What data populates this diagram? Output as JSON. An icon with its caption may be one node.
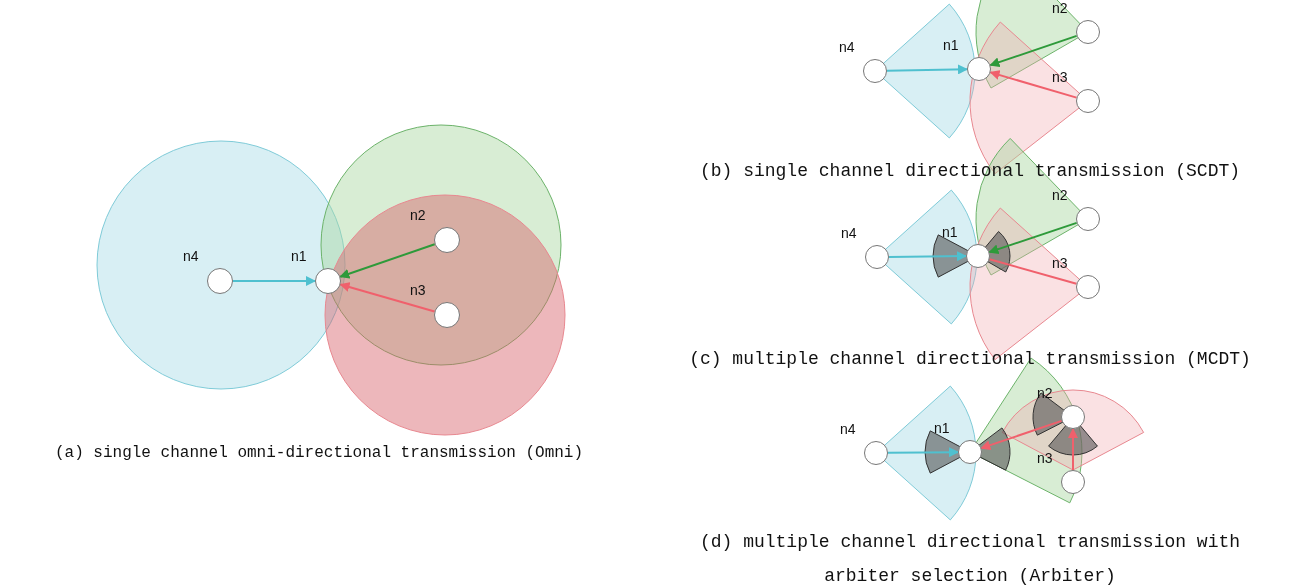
{
  "diagram": {
    "nodes": [
      {
        "text": [
          "n4"
        ]
      },
      {
        "text": [
          "n1"
        ]
      },
      {
        "text": [
          "n2"
        ]
      },
      {
        "text": [
          "n3"
        ]
      },
      {
        "text": [
          "n4"
        ]
      },
      {
        "text": [
          "n1"
        ]
      },
      {
        "text": [
          "n2"
        ]
      },
      {
        "text": [
          "n3"
        ]
      },
      {
        "text": [
          "n4"
        ]
      },
      {
        "text": [
          "n1"
        ]
      },
      {
        "text": [
          "n2"
        ]
      },
      {
        "text": [
          "n3"
        ]
      },
      {
        "text": [
          "n4"
        ]
      },
      {
        "text": [
          "n1"
        ]
      },
      {
        "text": [
          "n2"
        ]
      },
      {
        "text": [
          "n3"
        ]
      }
    ],
    "edges": [
      {
        "from": 0,
        "to": 1,
        "arrow": "to",
        "color": "#4fc0cf"
      },
      {
        "from": 2,
        "to": 1,
        "arrow": "to",
        "color": "#2e9a3a"
      },
      {
        "from": 3,
        "to": 1,
        "arrow": "to",
        "color": "#f0606c"
      },
      {
        "from": 4,
        "to": 5,
        "arrow": "to",
        "color": "#4fc0cf"
      },
      {
        "from": 6,
        "to": 5,
        "arrow": "to",
        "color": "#2e9a3a"
      },
      {
        "from": 7,
        "to": 5,
        "arrow": "to",
        "color": "#f0606c"
      },
      {
        "from": 8,
        "to": 9,
        "arrow": "to",
        "color": "#4fc0cf"
      },
      {
        "from": 10,
        "to": 9,
        "arrow": "to",
        "color": "#2e9a3a"
      },
      {
        "from": 11,
        "to": 9,
        "arrow": "none",
        "color": "#f0606c"
      },
      {
        "from": 12,
        "to": 13,
        "arrow": "to",
        "color": "#4fc0cf"
      },
      {
        "from": 14,
        "to": 13,
        "arrow": "to",
        "color": "#f0606c"
      },
      {
        "from": 15,
        "to": 14,
        "arrow": "to",
        "color": "#f0606c"
      }
    ],
    "labels": [
      "(a) single channel omni-directional transmission (Omni)",
      "(b) single channel directional transmission (SCDT)",
      "(c) multiple channel directional transmission (MCDT)",
      "(d) multiple channel directional transmission with arbiter selection (Arbiter)"
    ]
  }
}
